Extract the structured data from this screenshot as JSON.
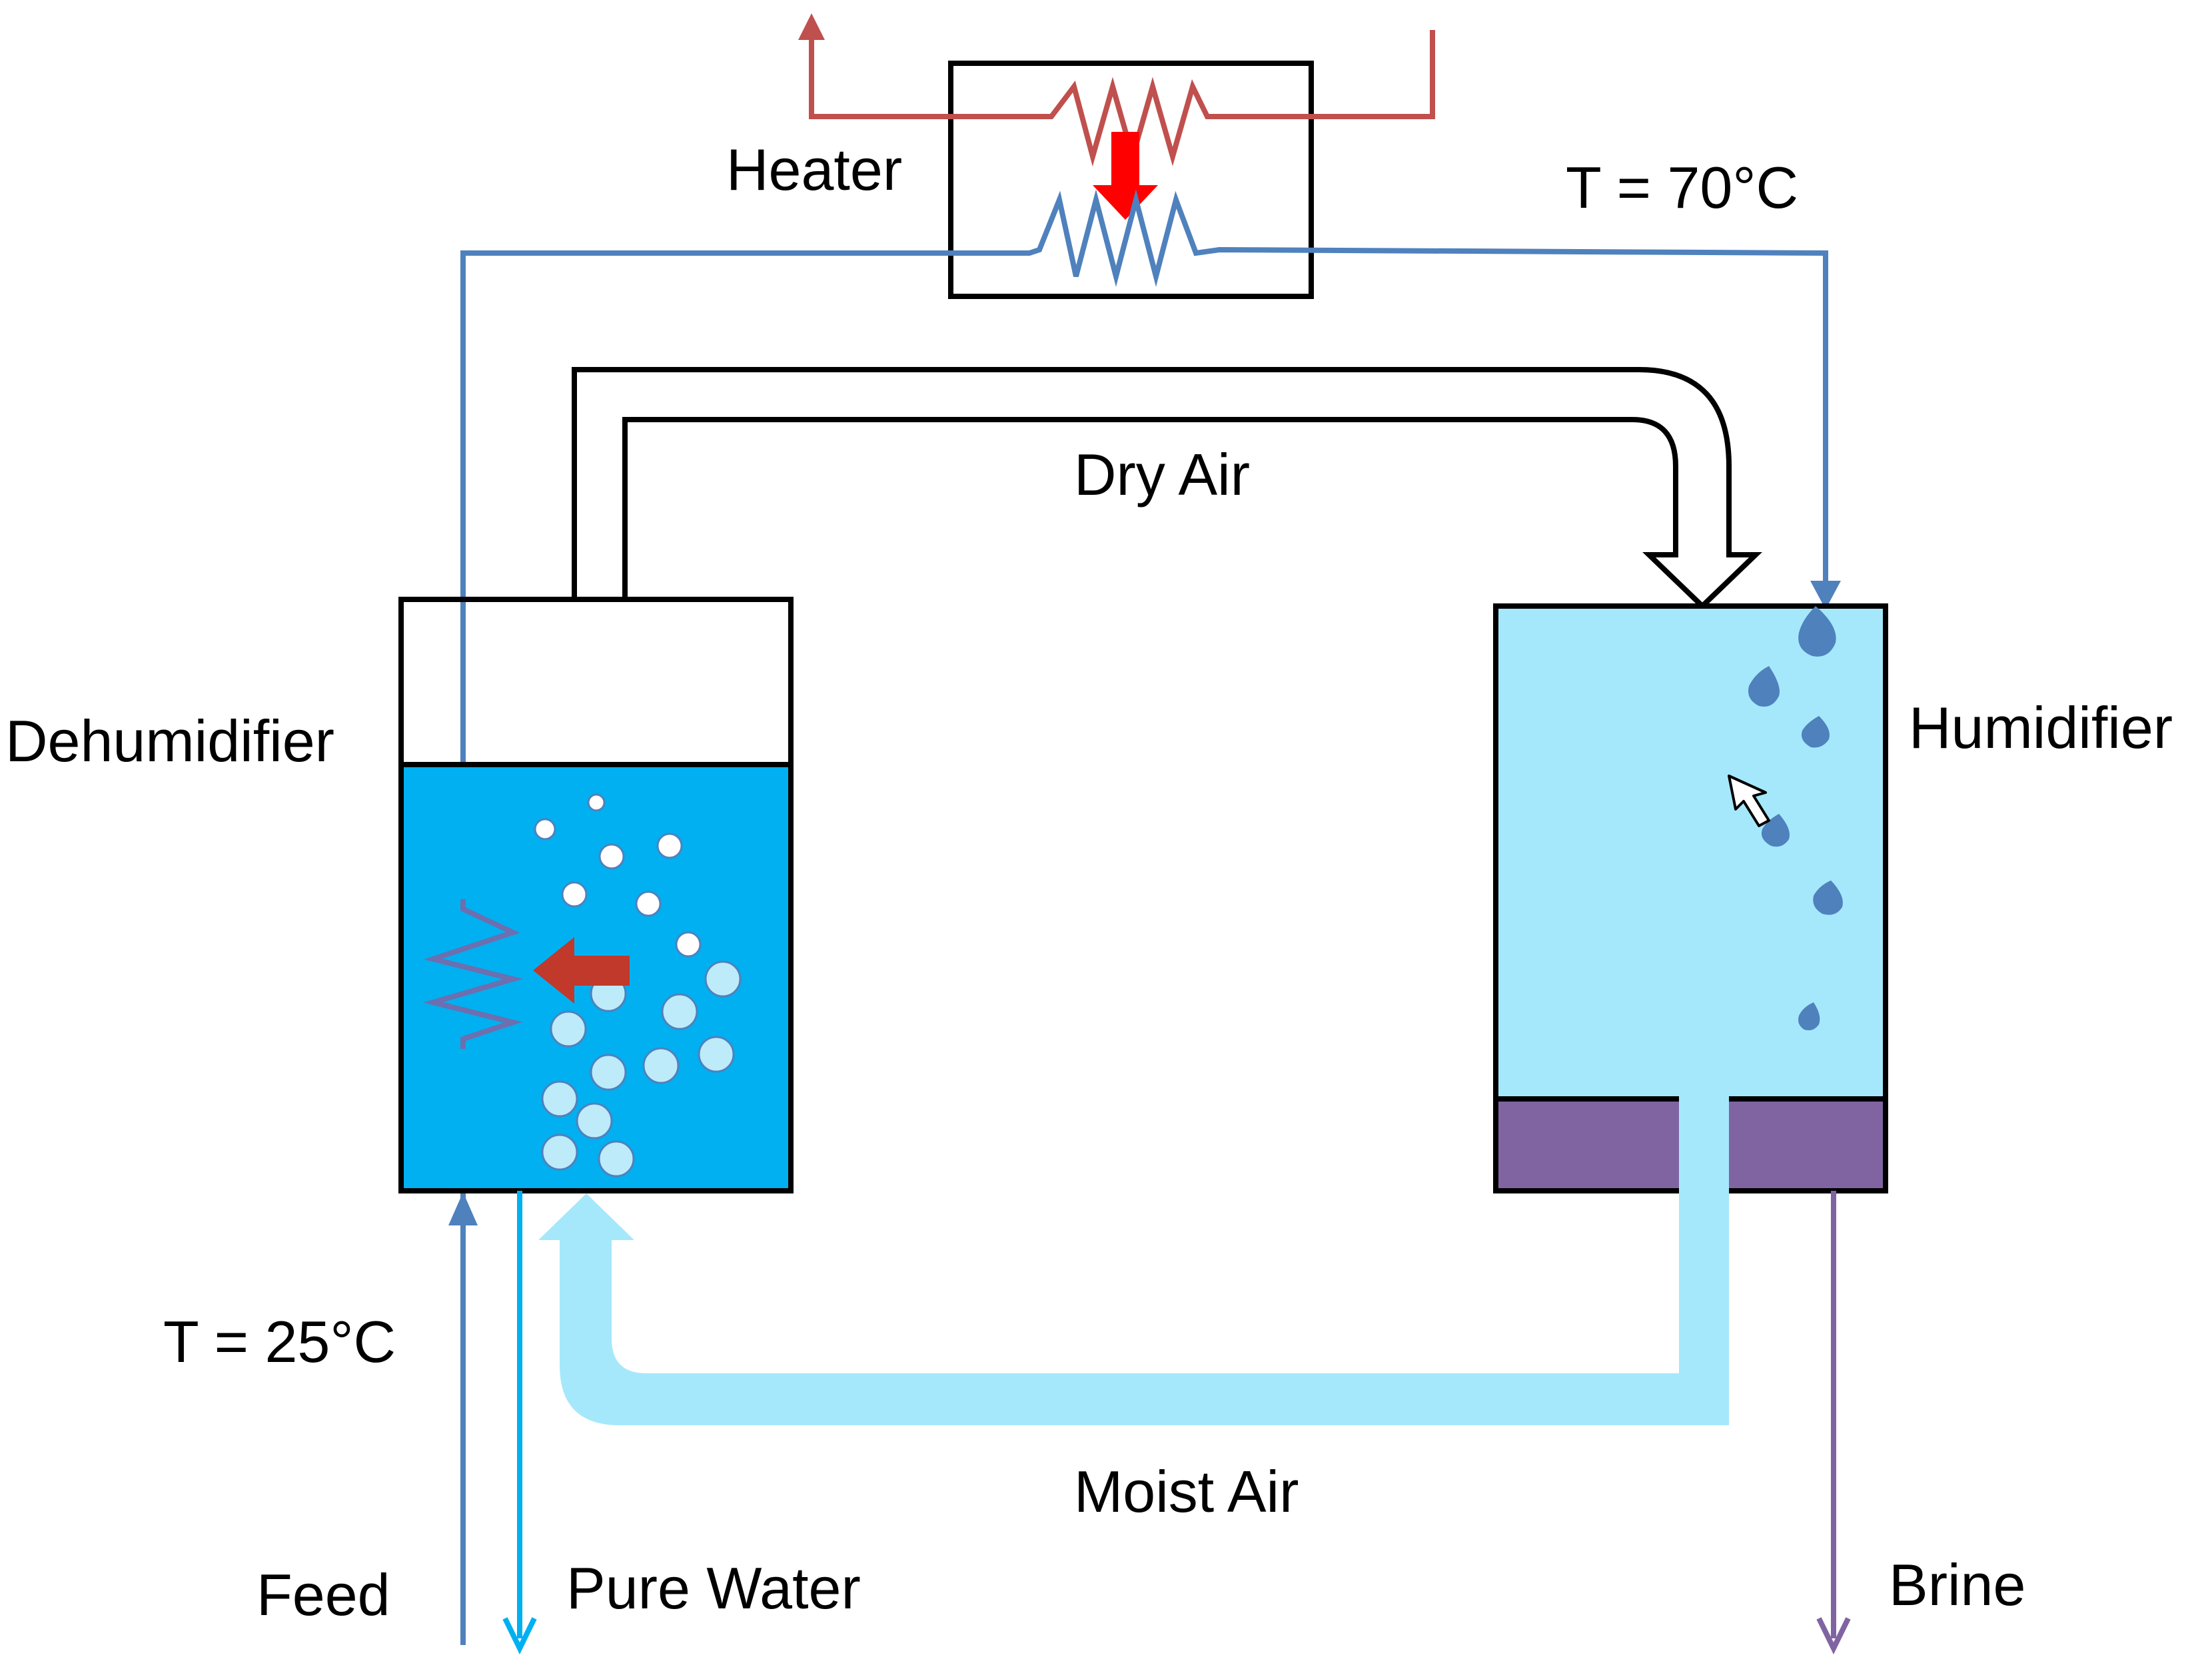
{
  "labels": {
    "heater": "Heater",
    "t_hot": "T = 70°C",
    "dry_air": "Dry Air",
    "dehumidifier": "Dehumidifier",
    "humidifier": "Humidifier",
    "t_cold": "T = 25°C",
    "moist_air": "Moist Air",
    "feed": "Feed",
    "pure_water": "Pure Water",
    "brine": "Brine"
  },
  "colors": {
    "hot_loop": "#C0504D",
    "water_loop": "#4F81BD",
    "dehumidifier_water": "#00B0F0",
    "humidifier_fill": "#A5E8FB",
    "moist_air": "#A5E8FB",
    "pad": "#8064A2",
    "brine_line": "#8064A2",
    "pure_water_line": "#00B0F0",
    "heat_arrow": "#FF0000",
    "coil_heat_arrow": "#C0392B",
    "droplet": "#4F81BD",
    "bubble_fill": "#BDEBF9"
  },
  "icons": {
    "heater_coil": "zigzag-coil-icon",
    "condenser_coil": "zigzag-coil-icon",
    "heat_transfer": "down-arrow-icon",
    "cursor": "mouse-pointer-icon"
  }
}
